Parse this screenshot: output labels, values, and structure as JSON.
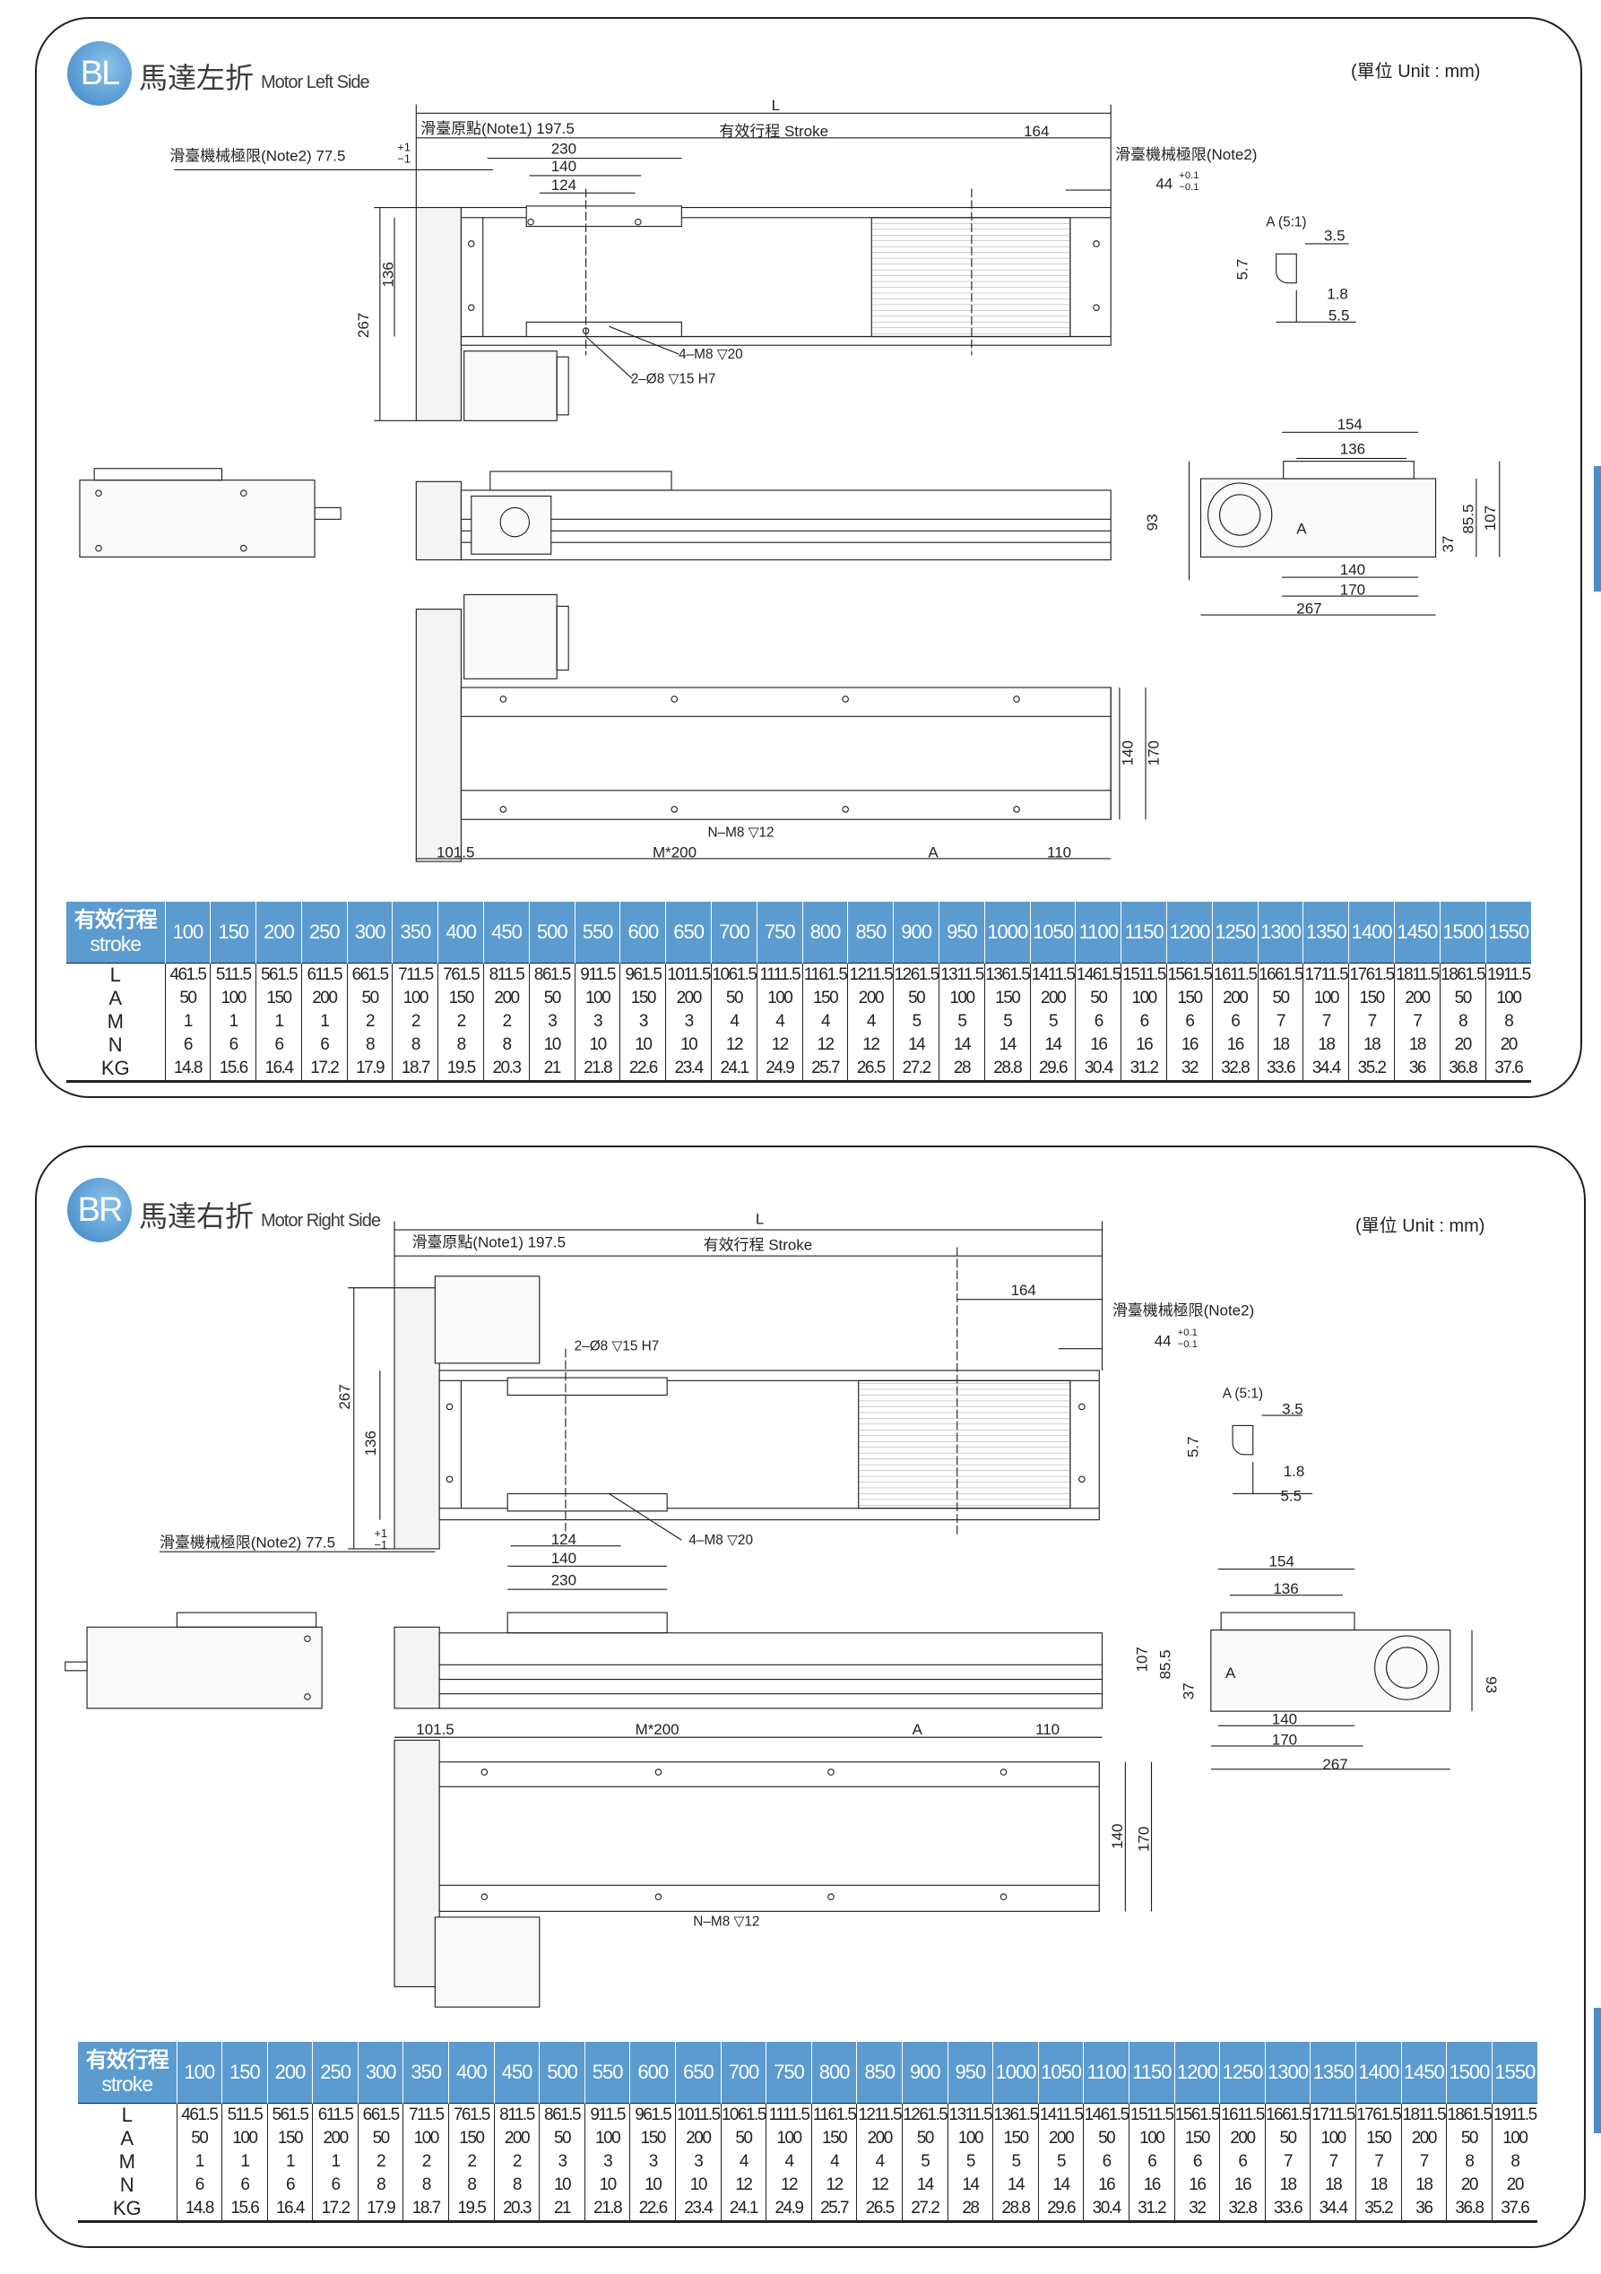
{
  "sections": [
    {
      "badge": "BL",
      "title_zh": "馬達左折",
      "title_en": "Motor Left Side",
      "unit": "(單位 Unit : mm)",
      "labels": {
        "L": "L",
        "origin": "滑臺原點(Note1) 197.5",
        "stroke": "有效行程 Stroke",
        "d164": "164",
        "limit_left": "滑臺機械極限(Note2) 77.5",
        "tol_plus1": "+1",
        "tol_minus1": "−1",
        "d230": "230",
        "d140": "140",
        "d124": "124",
        "limit_right": "滑臺機械極限(Note2)",
        "d44": "44",
        "tol_plus01": "+0.1",
        "tol_minus01": "−0.1",
        "d136": "136",
        "d267": "267",
        "m8_20": "4–M8 ▽20",
        "pin": "2–Ø8 ▽15  H7",
        "detail": "A (5:1)",
        "d3_5": "3.5",
        "d5_7": "5.7",
        "d1_8": "1.8",
        "d5_5": "5.5",
        "e154": "154",
        "e136": "136",
        "e93": "93",
        "eA": "A",
        "e37": "37",
        "e85_5": "85.5",
        "e107": "107",
        "e140": "140",
        "e170": "170",
        "e267": "267",
        "b140": "140",
        "b170": "170",
        "nm8": "N–M8 ▽12",
        "b101_5": "101.5",
        "bM200": "M*200",
        "bA": "A",
        "b110": "110"
      }
    },
    {
      "badge": "BR",
      "title_zh": "馬達右折",
      "title_en": "Motor Right Side",
      "unit": "(單位 Unit : mm)",
      "labels": {
        "L": "L",
        "origin": "滑臺原點(Note1) 197.5",
        "stroke": "有效行程 Stroke",
        "d164": "164",
        "limit_left": "滑臺機械極限(Note2) 77.5",
        "tol_plus1": "+1",
        "tol_minus1": "−1",
        "d230": "230",
        "d140": "140",
        "d124": "124",
        "limit_right": "滑臺機械極限(Note2)",
        "d44": "44",
        "tol_plus01": "+0.1",
        "tol_minus01": "−0.1",
        "d136": "136",
        "d267": "267",
        "m8_20": "4–M8 ▽20",
        "pin": "2–Ø8 ▽15   H7",
        "detail": "A (5:1)",
        "d3_5": "3.5",
        "d5_7": "5.7",
        "d1_8": "1.8",
        "d5_5": "5.5",
        "e154": "154",
        "e136": "136",
        "e93": "93",
        "eA": "A",
        "e37": "37",
        "e85_5": "85.5",
        "e107": "107",
        "e140": "140",
        "e170": "170",
        "e267": "267",
        "b140": "140",
        "b170": "170",
        "nm8": "N–M8 ▽12",
        "b101_5": "101.5",
        "bM200": "M*200",
        "bA": "A",
        "b110": "110"
      }
    }
  ],
  "spec_table": {
    "header_zh": "有效行程",
    "header_en": "stroke",
    "strokes": [
      "100",
      "150",
      "200",
      "250",
      "300",
      "350",
      "400",
      "450",
      "500",
      "550",
      "600",
      "650",
      "700",
      "750",
      "800",
      "850",
      "900",
      "950",
      "1000",
      "1050",
      "1100",
      "1150",
      "1200",
      "1250",
      "1300",
      "1350",
      "1400",
      "1450",
      "1500",
      "1550"
    ],
    "rows": [
      {
        "label": "L",
        "values": [
          "461.5",
          "511.5",
          "561.5",
          "611.5",
          "661.5",
          "711.5",
          "761.5",
          "811.5",
          "861.5",
          "911.5",
          "961.5",
          "1011.5",
          "1061.5",
          "1111.5",
          "1161.5",
          "1211.5",
          "1261.5",
          "1311.5",
          "1361.5",
          "1411.5",
          "1461.5",
          "1511.5",
          "1561.5",
          "1611.5",
          "1661.5",
          "1711.5",
          "1761.5",
          "1811.5",
          "1861.5",
          "1911.5"
        ]
      },
      {
        "label": "A",
        "values": [
          "50",
          "100",
          "150",
          "200",
          "50",
          "100",
          "150",
          "200",
          "50",
          "100",
          "150",
          "200",
          "50",
          "100",
          "150",
          "200",
          "50",
          "100",
          "150",
          "200",
          "50",
          "100",
          "150",
          "200",
          "50",
          "100",
          "150",
          "200",
          "50",
          "100"
        ]
      },
      {
        "label": "M",
        "values": [
          "1",
          "1",
          "1",
          "1",
          "2",
          "2",
          "2",
          "2",
          "3",
          "3",
          "3",
          "3",
          "4",
          "4",
          "4",
          "4",
          "5",
          "5",
          "5",
          "5",
          "6",
          "6",
          "6",
          "6",
          "7",
          "7",
          "7",
          "7",
          "8",
          "8"
        ]
      },
      {
        "label": "N",
        "values": [
          "6",
          "6",
          "6",
          "6",
          "8",
          "8",
          "8",
          "8",
          "10",
          "10",
          "10",
          "10",
          "12",
          "12",
          "12",
          "12",
          "14",
          "14",
          "14",
          "14",
          "16",
          "16",
          "16",
          "16",
          "18",
          "18",
          "18",
          "18",
          "20",
          "20"
        ]
      },
      {
        "label": "KG",
        "values": [
          "14.8",
          "15.6",
          "16.4",
          "17.2",
          "17.9",
          "18.7",
          "19.5",
          "20.3",
          "21",
          "21.8",
          "22.6",
          "23.4",
          "24.1",
          "24.9",
          "25.7",
          "26.5",
          "27.2",
          "28",
          "28.8",
          "29.6",
          "30.4",
          "31.2",
          "32",
          "32.8",
          "33.6",
          "34.4",
          "35.2",
          "36",
          "36.8",
          "37.6"
        ]
      }
    ]
  },
  "colors": {
    "accent": "#5b9bd0",
    "line": "#231f20"
  }
}
